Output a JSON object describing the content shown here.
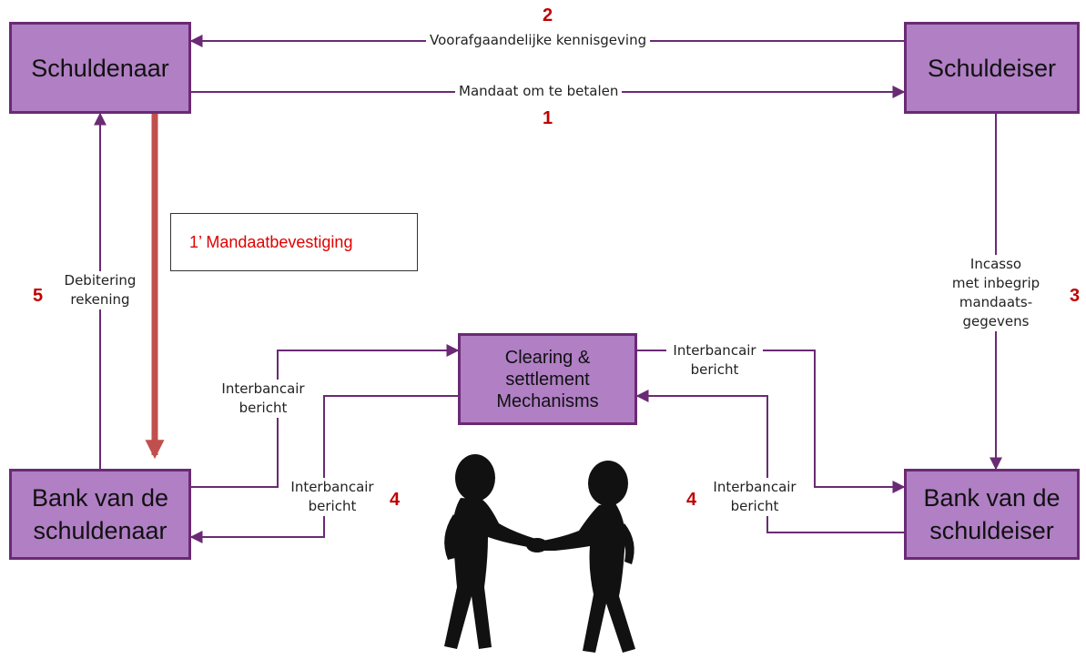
{
  "nodes": {
    "debtor": "Schuldenaar",
    "creditor": "Schuldeiser",
    "debtor_bank_line1": "Bank van de",
    "debtor_bank_line2": "schuldenaar",
    "creditor_bank_line1": "Bank van de",
    "creditor_bank_line2": "schuldeiser",
    "csm_line1": "Clearing &",
    "csm_line2": "settlement",
    "csm_line3": "Mechanisms"
  },
  "labels": {
    "prior_notice": "Voorafgaandelijke kennisgeving",
    "mandate": "Mandaat om te betalen",
    "mandate_confirmation": "1’ Mandaatbevestiging",
    "debit_line1": "Debitering",
    "debit_line2": "rekening",
    "collection_line1": "Incasso",
    "collection_line2": "met inbegrip",
    "collection_line3": "mandaats-",
    "collection_line4": "gegevens",
    "interbank_line1": "Interbancair",
    "interbank_line2": "bericht"
  },
  "steps": {
    "s1": "1",
    "s2": "2",
    "s3": "3",
    "s4": "4",
    "s5": "5"
  },
  "colors": {
    "box_fill": "#b07fc4",
    "box_border": "#6a2a74",
    "connector": "#6a2a74",
    "step_number": "#c00000",
    "confirmation_arrow": "#c0504d",
    "confirmation_text": "#e00000"
  },
  "illustration": "handshake-silhouette"
}
